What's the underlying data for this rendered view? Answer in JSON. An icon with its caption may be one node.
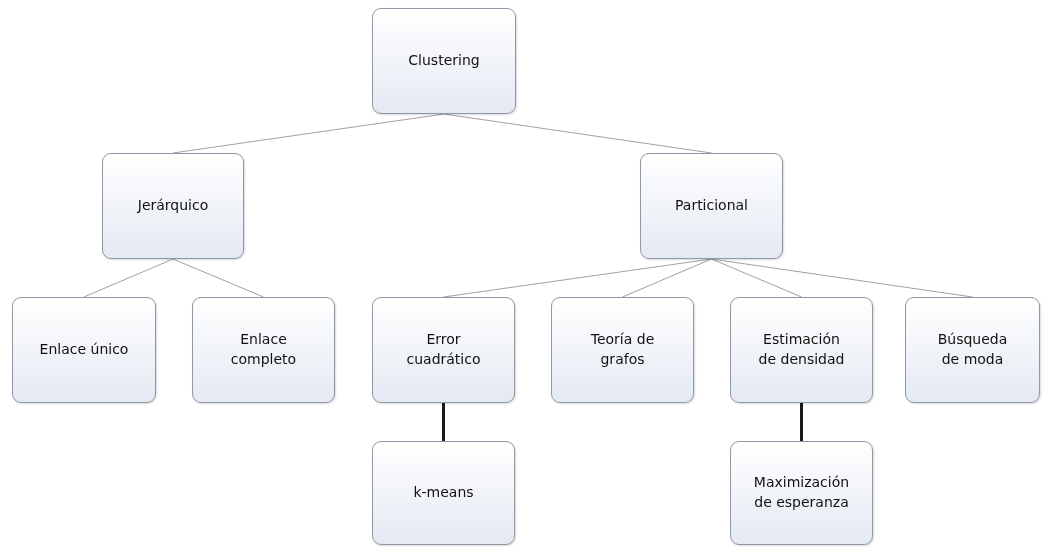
{
  "diagram": {
    "nodes": [
      {
        "text": [
          "Clustering"
        ]
      },
      {
        "text": [
          "Jerárquico"
        ]
      },
      {
        "text": [
          "Particional"
        ]
      },
      {
        "text": [
          "Enlace único"
        ]
      },
      {
        "text": [
          "Enlace completo"
        ]
      },
      {
        "text": [
          "Error cuadrático"
        ]
      },
      {
        "text": [
          "Teoría de grafos"
        ]
      },
      {
        "text": [
          "Estimación de densidad"
        ]
      },
      {
        "text": [
          "Búsqueda de moda"
        ]
      },
      {
        "text": [
          "k-means"
        ]
      },
      {
        "text": [
          "Maximización de esperanza"
        ]
      }
    ],
    "edges": [
      {
        "from": 0,
        "to": 1,
        "arrow": "none"
      },
      {
        "from": 0,
        "to": 2,
        "arrow": "none"
      },
      {
        "from": 1,
        "to": 3,
        "arrow": "none"
      },
      {
        "from": 1,
        "to": 4,
        "arrow": "none"
      },
      {
        "from": 2,
        "to": 5,
        "arrow": "none"
      },
      {
        "from": 2,
        "to": 6,
        "arrow": "none"
      },
      {
        "from": 2,
        "to": 7,
        "arrow": "none"
      },
      {
        "from": 2,
        "to": 8,
        "arrow": "none"
      },
      {
        "from": 5,
        "to": 9,
        "arrow": "none",
        "style": "thick",
        "color": "#1a1a1a"
      },
      {
        "from": 7,
        "to": 10,
        "arrow": "none",
        "style": "thick",
        "color": "#1a1a1a"
      }
    ]
  }
}
